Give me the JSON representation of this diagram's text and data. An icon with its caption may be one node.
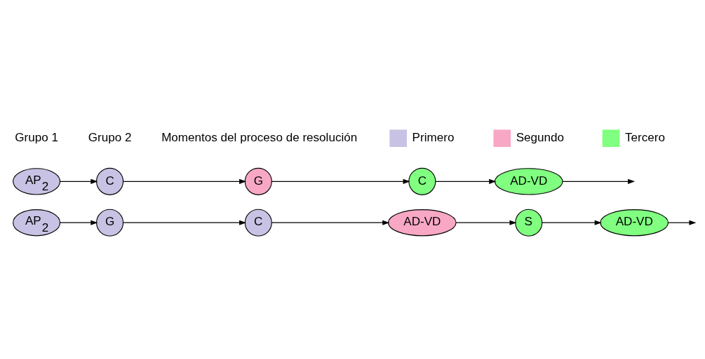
{
  "diagram": {
    "nodes": [
      {
        "text": [
          "AP$_{2}$"
        ]
      },
      {
        "text": [
          "G"
        ]
      },
      {
        "text": [
          "C"
        ]
      },
      {
        "text": [
          "AD-VD"
        ]
      },
      {
        "text": [
          "S"
        ]
      },
      {
        "text": [
          "AD-VD"
        ]
      },
      {
        "text": [
          "AP$_{2}$"
        ]
      },
      {
        "text": [
          "C"
        ]
      },
      {
        "text": [
          "G"
        ]
      },
      {
        "text": [
          "C"
        ]
      },
      {
        "text": [
          "AD-VD"
        ]
      }
    ],
    "edges": [
      {
        "from": 0,
        "to": 1,
        "arrow": "to"
      },
      {
        "from": 1,
        "to": 2,
        "arrow": "to"
      },
      {
        "from": 2,
        "to": 3,
        "arrow": "to"
      },
      {
        "from": 3,
        "to": 4,
        "arrow": "to"
      },
      {
        "from": 4,
        "to": 5,
        "arrow": "to"
      },
      {
        "from": 5,
        "to": null,
        "arrow": "to"
      },
      {
        "from": 6,
        "to": 7,
        "arrow": "to"
      },
      {
        "from": 7,
        "to": 8,
        "arrow": "to"
      },
      {
        "from": 8,
        "to": 9,
        "arrow": "to"
      },
      {
        "from": 9,
        "to": 10,
        "arrow": "to"
      },
      {
        "from": 10,
        "to": null,
        "arrow": "to"
      }
    ],
    "labels": [
      "Grupo 1",
      "Grupo 2",
      "Momentos del proceso de resolución"
    ],
    "legend": [
      {
        "text": "Primero",
        "color": "#c8c2e4"
      },
      {
        "text": "Segundo",
        "color": "#f8a8c4"
      },
      {
        "text": "Tercero",
        "color": "#80ff80"
      }
    ]
  }
}
